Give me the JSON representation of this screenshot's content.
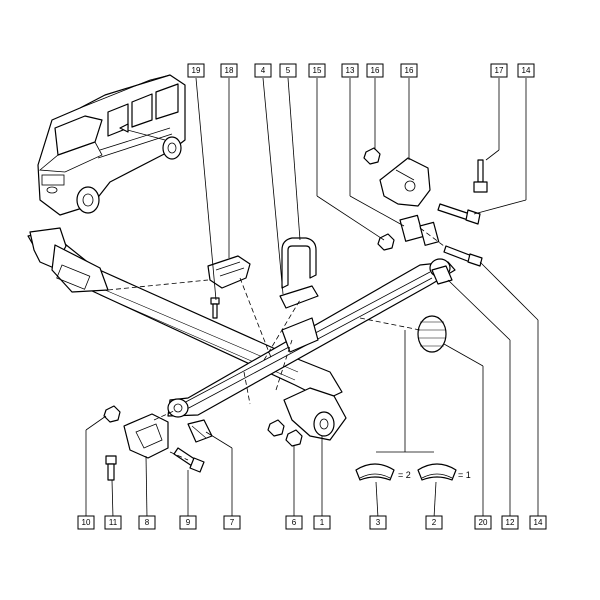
{
  "diagram": {
    "top_callouts": [
      "19",
      "18",
      "4",
      "5",
      "15",
      "13",
      "16",
      "16",
      "17",
      "14"
    ],
    "bottom_callouts": [
      "10",
      "11",
      "8",
      "9",
      "7",
      "6",
      "1",
      "3",
      "2",
      "20",
      "12",
      "14"
    ],
    "qty_labels": {
      "pads_pair": "= 2",
      "pads_single": "= 1"
    }
  }
}
